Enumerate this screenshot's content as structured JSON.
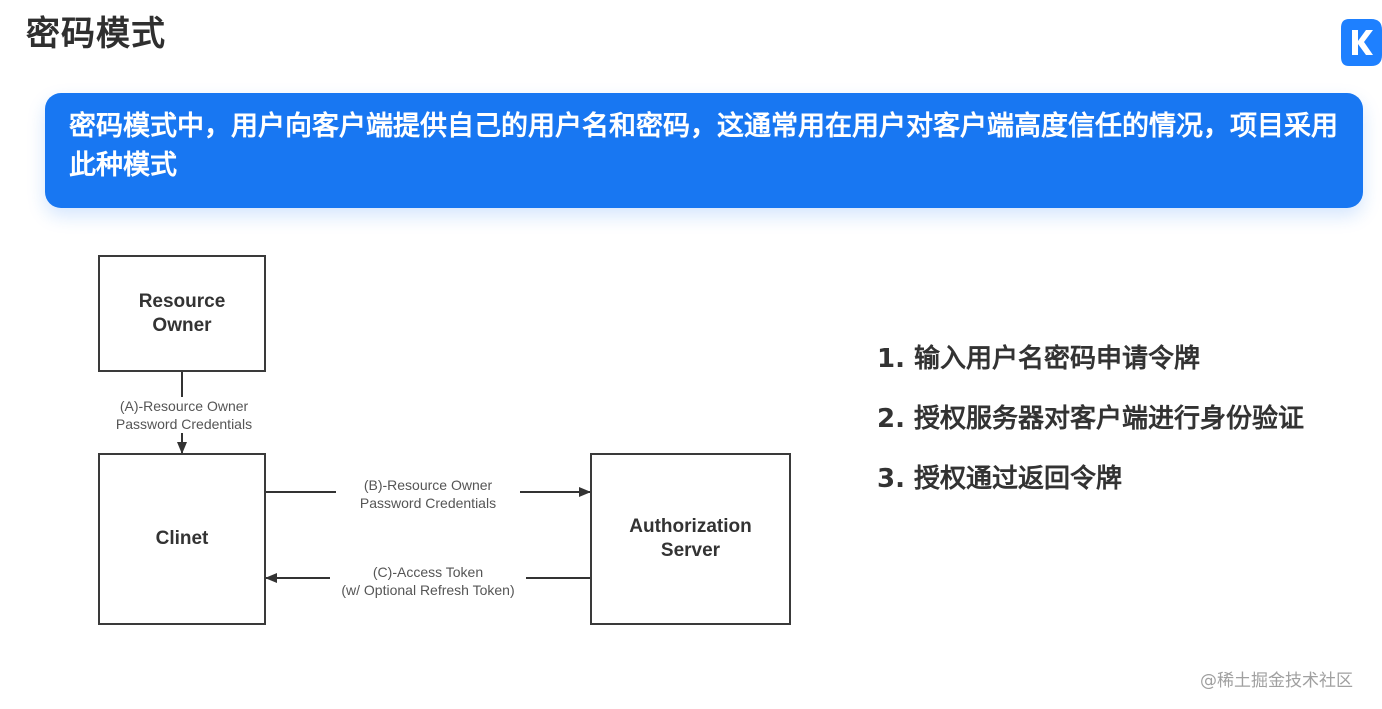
{
  "title": "密码模式",
  "banner": {
    "text": "密码模式中，用户向客户端提供自己的用户名和密码，这通常用在用户对客户端高度信任的情况，项目采用此种模式"
  },
  "diagram": {
    "nodes": {
      "resource_owner": "Resource\nOwner",
      "client": "Clinet",
      "auth_server": "Authorization\nServer"
    },
    "edges": {
      "a": "(A)-Resource Owner\nPassword Credentials",
      "b": "(B)-Resource Owner\nPassword Credentials",
      "c": "(C)-Access Token\n(w/ Optional Refresh Token)"
    }
  },
  "steps": [
    "1. 输入用户名密码申请令牌",
    "2. 授权服务器对客户端进行身份验证",
    "3. 授权通过返回令牌"
  ],
  "watermark": "@稀土掘金技术社区",
  "colors": {
    "banner": "#1877f2",
    "logo": "#1e80ff"
  },
  "logo_icon": "juejin-logo-icon"
}
